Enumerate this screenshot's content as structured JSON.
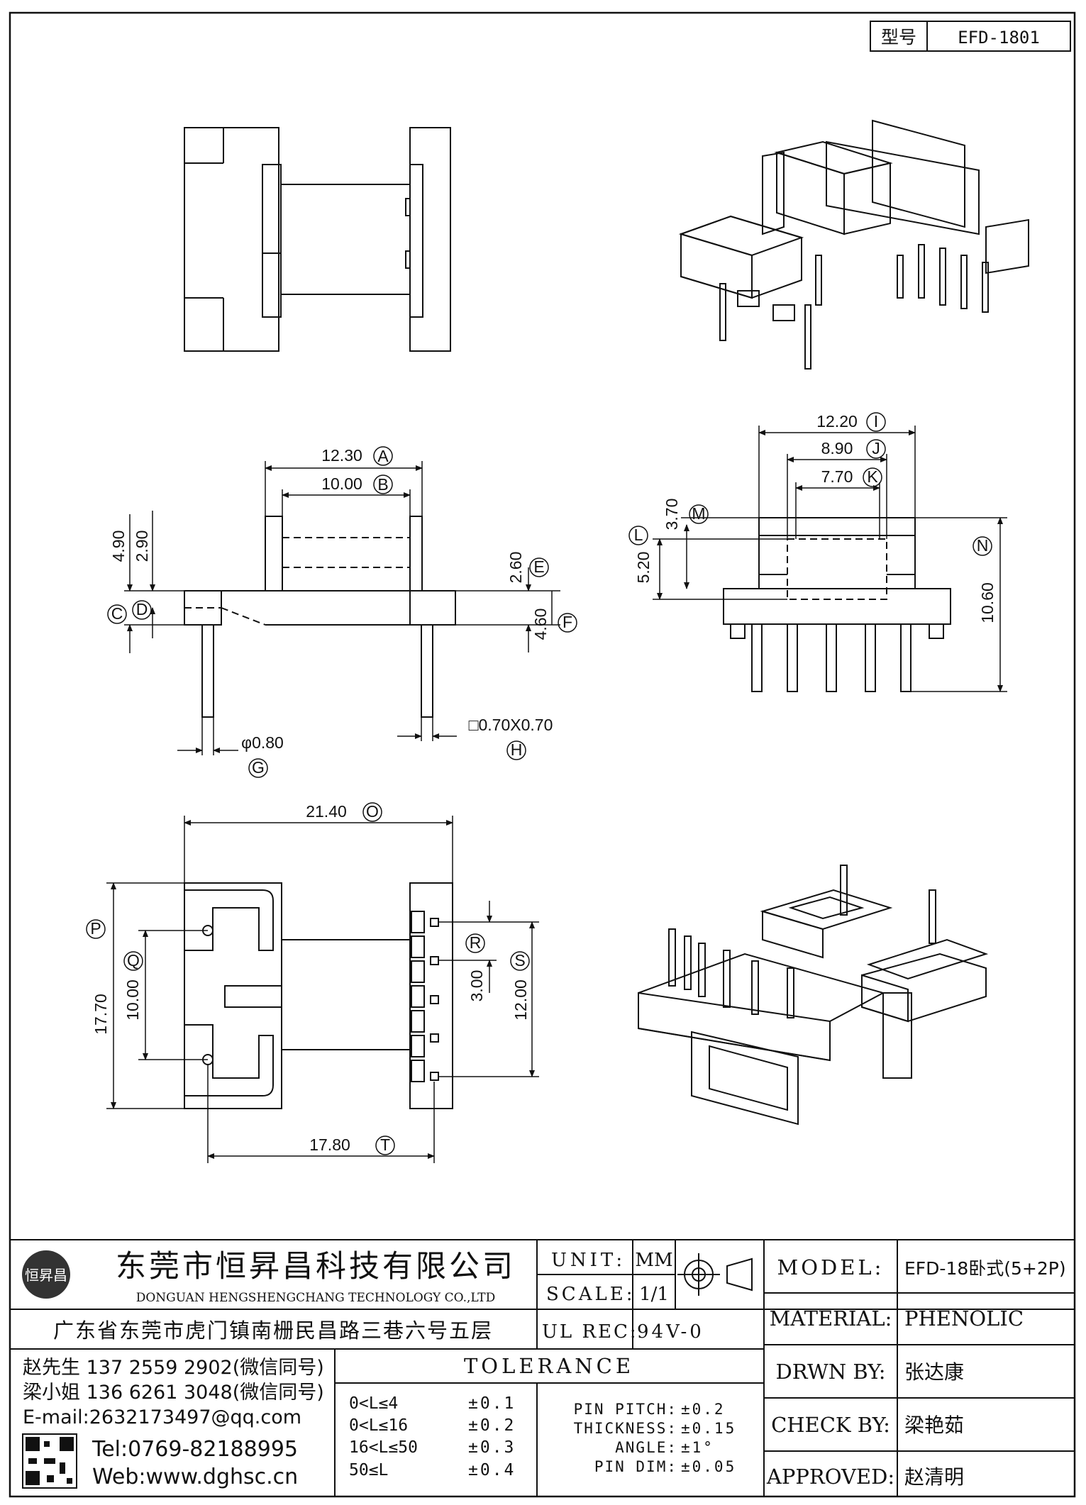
{
  "model_tag": {
    "label": "型号",
    "value": "EFD-1801"
  },
  "dimensions": {
    "A": {
      "value": "12.30",
      "tag": "A"
    },
    "B": {
      "value": "10.00",
      "tag": "B"
    },
    "C": {
      "value": "4.90",
      "tag": "C"
    },
    "D": {
      "value": "2.90",
      "tag": "D"
    },
    "E": {
      "value": "2.60",
      "tag": "E"
    },
    "F": {
      "value": "4.60",
      "tag": "F"
    },
    "G": {
      "value": "φ0.80",
      "tag": "G"
    },
    "H": {
      "value": "□0.70X0.70",
      "tag": "H"
    },
    "I": {
      "value": "12.20",
      "tag": "I"
    },
    "J": {
      "value": "8.90",
      "tag": "J"
    },
    "K": {
      "value": "7.70",
      "tag": "K"
    },
    "L": {
      "value": "5.20",
      "tag": "L"
    },
    "M": {
      "value": "3.70",
      "tag": "M"
    },
    "N": {
      "value": "10.60",
      "tag": "N"
    },
    "O": {
      "value": "21.40",
      "tag": "O"
    },
    "P": {
      "value": "17.70",
      "tag": "P"
    },
    "Q": {
      "value": "10.00",
      "tag": "Q"
    },
    "R": {
      "value": "3.00",
      "tag": "R"
    },
    "S": {
      "value": "12.00",
      "tag": "S"
    },
    "T": {
      "value": "17.80",
      "tag": "T"
    }
  },
  "company": {
    "name_cn": "东莞市恒昇昌科技有限公司",
    "name_en": "DONGUAN HENGSHENGCHANG TECHNOLOGY CO.,LTD",
    "logo_text": "恒昇昌",
    "address": "广东省东莞市虎门镇南栅民昌路三巷六号五层",
    "contact1": "赵先生 137 2559 2902(微信同号)",
    "contact2": "梁小姐 136 6261 3048(微信同号)",
    "email": "E-mail:2632173497@qq.com",
    "tel": "Tel:0769-82188995",
    "web": "Web:www.dghsc.cn"
  },
  "title_block": {
    "unit_label": "UNIT:",
    "unit_value": "MM",
    "scale_label": "SCALE:",
    "scale_value": "1/1",
    "ulrec_label": "UL REC:",
    "ulrec_value": "94V-0",
    "model_label": "MODEL:",
    "model_value": "EFD-18卧式(5+2P)",
    "material_label": "MATERIAL:",
    "material_value": "PHENOLIC",
    "drwn_label": "DRWN BY:",
    "drwn_value": "张达康",
    "check_label": "CHECK BY:",
    "check_value": "梁艳茹",
    "approved_label": "APPROVED:",
    "approved_value": "赵清明"
  },
  "tolerance": {
    "title": "TOLERANCE",
    "ranges": [
      {
        "range": "0<L≤4",
        "tol": "±0.1"
      },
      {
        "range": "0<L≤16",
        "tol": "±0.2"
      },
      {
        "range": "16<L≤50",
        "tol": "±0.3"
      },
      {
        "range": "50≤L",
        "tol": "±0.4"
      }
    ],
    "specs": [
      {
        "label": "PIN PITCH:",
        "tol": "±0.2"
      },
      {
        "label": "THICKNESS:",
        "tol": "±0.15"
      },
      {
        "label": "ANGLE:",
        "tol": "±1°"
      },
      {
        "label": "PIN DIM:",
        "tol": "±0.05"
      }
    ]
  }
}
